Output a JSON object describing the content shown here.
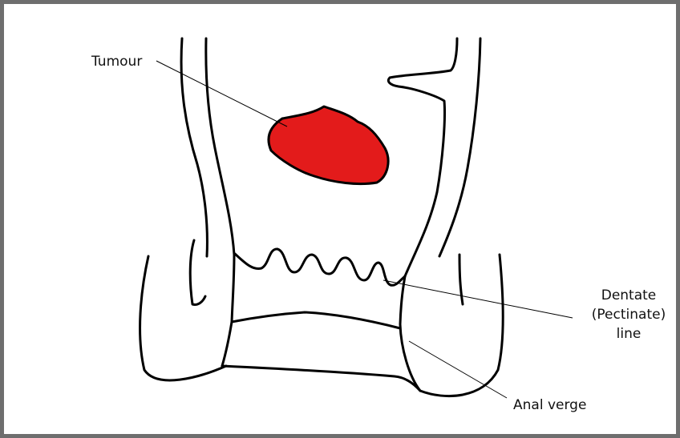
{
  "labels": {
    "tumour": "Tumour",
    "dentate_line_1": "Dentate",
    "dentate_line_2": "(Pectinate)",
    "dentate_line_3": "line",
    "anal_verge": "Anal verge"
  },
  "colors": {
    "tumour_fill": "#e31b1b",
    "outline": "#000000",
    "frame": "#6e6e6e"
  }
}
